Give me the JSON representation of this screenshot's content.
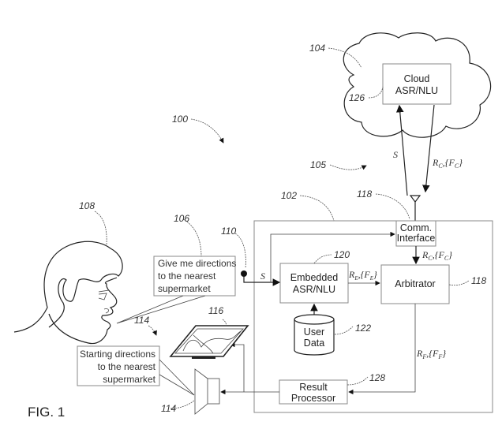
{
  "figure_label": "FIG. 1",
  "reference_labels": {
    "system": "100",
    "device": "102",
    "cloud": "104",
    "network": "105",
    "speech_bubble": "106",
    "user": "108",
    "microphone": "110",
    "output_devices": "114",
    "speaker": "114",
    "display": "116",
    "antenna": "118",
    "arbitrator": "118",
    "embedded_asr": "120",
    "user_data": "122",
    "cloud_asr": "126",
    "result_processor": "128"
  },
  "blocks": {
    "cloud_asr": [
      "Cloud",
      "ASR/NLU"
    ],
    "comm_interface": [
      "Comm.",
      "Interface"
    ],
    "embedded_asr": [
      "Embedded",
      "ASR/NLU"
    ],
    "arbitrator": [
      "Arbitrator"
    ],
    "user_data": [
      "User",
      "Data"
    ],
    "result_processor": [
      "Result",
      "Processor"
    ]
  },
  "signals": {
    "speech": "S",
    "cloud_result": "R",
    "cloud_result_sub": "C",
    "cloud_result_set": "{F",
    "embedded_result": "R",
    "embedded_result_sub": "E",
    "final_result": "R",
    "final_result_sub": "F"
  },
  "speech_bubble": [
    "Give me directions",
    "to the nearest",
    "supermarket"
  ],
  "response_bubble": [
    "Starting directions",
    "to the nearest",
    "supermarket"
  ]
}
